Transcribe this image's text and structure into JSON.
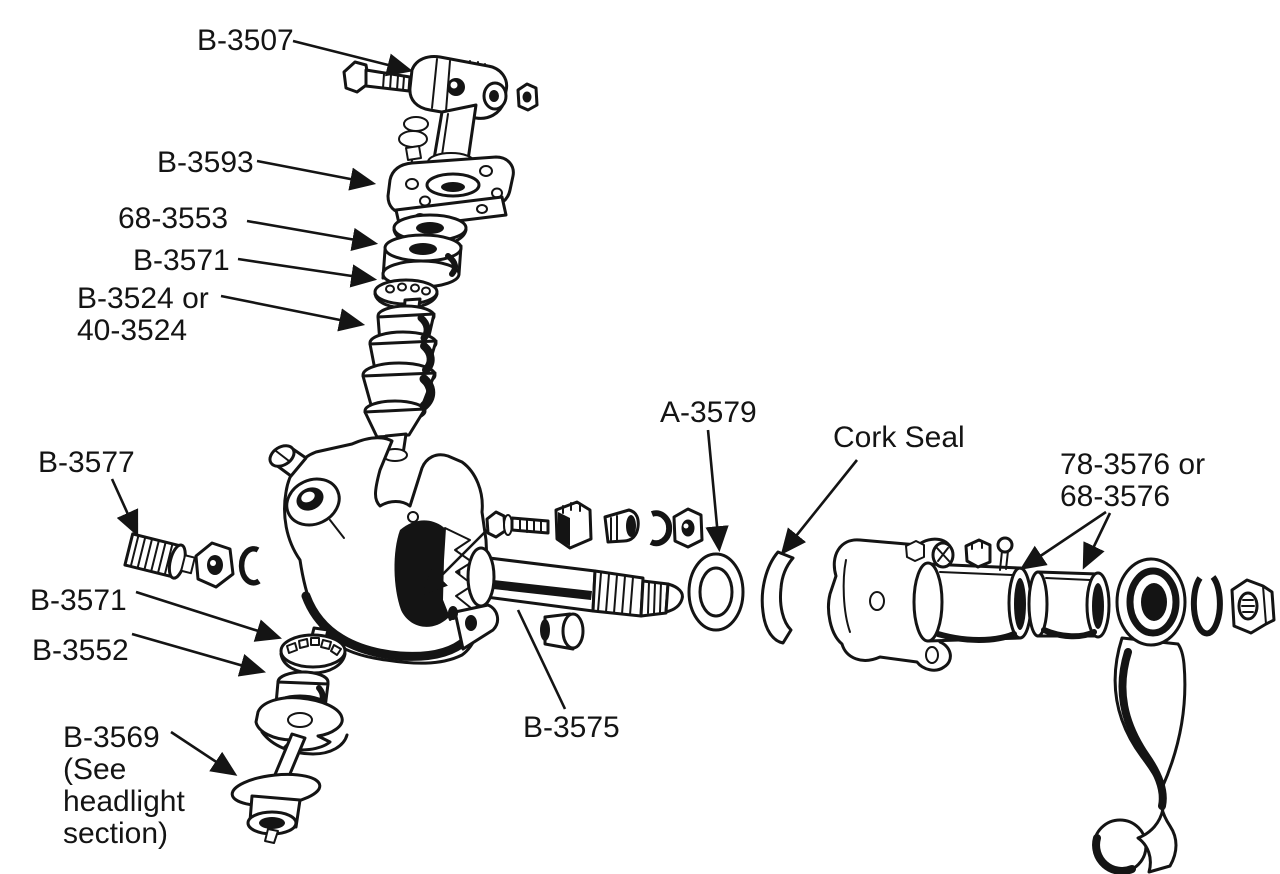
{
  "diagram": {
    "colors": {
      "background": "#ffffff",
      "ink": "#141414",
      "highlight": "#c8232c"
    },
    "labels": {
      "b3507": {
        "text": "B-3507"
      },
      "b3593": {
        "text": "B-3593"
      },
      "s68_3553": {
        "text": "68-3553",
        "color": "#c8232c"
      },
      "b3571_upper": {
        "text": "B-3571"
      },
      "b3524": {
        "line1": "B-3524 or",
        "line2": "40-3524"
      },
      "b3577": {
        "text": "B-3577"
      },
      "b3571_lower": {
        "text": "B-3571"
      },
      "b3552": {
        "text": "B-3552"
      },
      "b3569": {
        "line1": "B-3569",
        "line2": "(See",
        "line3": "headlight",
        "line4": "section)"
      },
      "a3579": {
        "text": "A-3579"
      },
      "cork_seal": {
        "text": "Cork Seal"
      },
      "s3576": {
        "line1": "78-3576 or",
        "line2": "68-3576"
      },
      "b3575": {
        "text": "B-3575"
      }
    }
  }
}
